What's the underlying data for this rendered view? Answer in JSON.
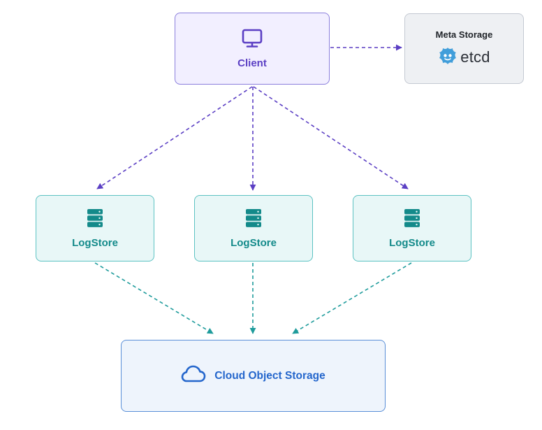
{
  "client": {
    "label": "Client",
    "icon": "monitor-icon"
  },
  "meta_storage": {
    "title": "Meta Storage",
    "product": "etcd",
    "icon": "etcd-logo-icon"
  },
  "logstores": [
    {
      "label": "LogStore",
      "icon": "server-stack-icon"
    },
    {
      "label": "LogStore",
      "icon": "server-stack-icon"
    },
    {
      "label": "LogStore",
      "icon": "server-stack-icon"
    }
  ],
  "cloud_storage": {
    "label": "Cloud Object Storage",
    "icon": "cloud-icon"
  },
  "edges": [
    {
      "from": "Client",
      "to": "Meta Storage",
      "style": "dashed"
    },
    {
      "from": "Client",
      "to": "LogStore 1",
      "style": "dashed"
    },
    {
      "from": "Client",
      "to": "LogStore 2",
      "style": "dashed"
    },
    {
      "from": "Client",
      "to": "LogStore 3",
      "style": "dashed"
    },
    {
      "from": "LogStore 1",
      "to": "Cloud Object Storage",
      "style": "dashed"
    },
    {
      "from": "LogStore 2",
      "to": "Cloud Object Storage",
      "style": "dashed"
    },
    {
      "from": "LogStore 3",
      "to": "Cloud Object Storage",
      "style": "dashed"
    }
  ],
  "colors": {
    "client_accent": "#5b3fc4",
    "logstore_accent": "#138a8a",
    "cloud_accent": "#2466cc",
    "etcd_blue": "#419eda"
  }
}
